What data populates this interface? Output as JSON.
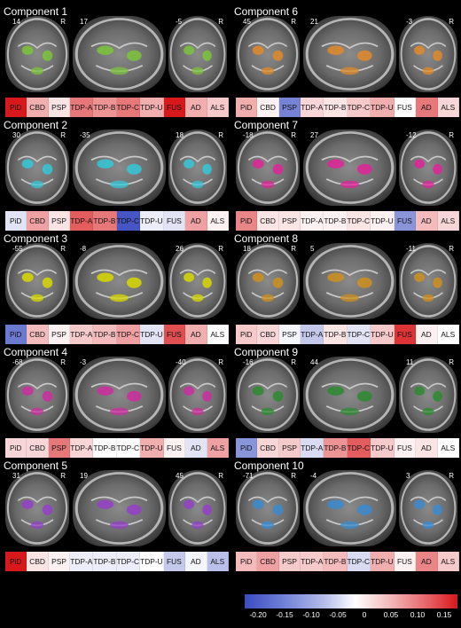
{
  "labels": [
    "PiD",
    "CBD",
    "PSP",
    "TDP-A",
    "TDP-B",
    "TDP-C",
    "TDP-U",
    "FUS",
    "AD",
    "ALS"
  ],
  "components": [
    {
      "title": "Component 1",
      "slices": [
        "14",
        "17",
        "-5"
      ],
      "color": "#7bc43b",
      "values": [
        0.17,
        0.06,
        0.02,
        0.1,
        0.08,
        0.1,
        0.06,
        0.17,
        0.06,
        0.04
      ]
    },
    {
      "title": "Component 6",
      "slices": [
        "45",
        "21",
        "-3"
      ],
      "color": "#e0892a",
      "values": [
        0.06,
        0.01,
        -0.14,
        0.03,
        0.02,
        0.04,
        0.06,
        0.0,
        0.1,
        0.03
      ]
    },
    {
      "title": "Component 2",
      "slices": [
        "30",
        "-35",
        "18"
      ],
      "color": "#35c8d8",
      "values": [
        -0.03,
        0.07,
        0.02,
        0.12,
        0.1,
        -0.19,
        -0.02,
        -0.03,
        0.07,
        0.01
      ]
    },
    {
      "title": "Component 7",
      "slices": [
        "-18",
        "27",
        "-12"
      ],
      "color": "#e0239a",
      "values": [
        0.09,
        0.02,
        0.02,
        0.01,
        0.01,
        0.02,
        0.01,
        -0.12,
        0.05,
        0.03
      ]
    },
    {
      "title": "Component 3",
      "slices": [
        "-55",
        "-8",
        "26"
      ],
      "color": "#d8d800",
      "values": [
        -0.15,
        0.05,
        0.01,
        0.04,
        0.05,
        0.07,
        -0.03,
        0.13,
        0.06,
        0.0
      ]
    },
    {
      "title": "Component 8",
      "slices": [
        "18",
        "5",
        "-11"
      ],
      "color": "#cc8f1f",
      "values": [
        0.04,
        0.03,
        -0.01,
        -0.06,
        0.02,
        -0.03,
        0.04,
        0.15,
        0.01,
        0.0
      ]
    },
    {
      "title": "Component 4",
      "slices": [
        "-68",
        "-3",
        "-40"
      ],
      "color": "#cc2da0",
      "values": [
        0.03,
        0.03,
        0.1,
        0.03,
        0.0,
        0.0,
        0.06,
        0.01,
        -0.03,
        0.07
      ]
    },
    {
      "title": "Component 9",
      "slices": [
        "-16",
        "44",
        "11"
      ],
      "color": "#2e8a30",
      "values": [
        -0.12,
        0.03,
        0.04,
        -0.04,
        0.08,
        0.12,
        0.04,
        0.01,
        0.02,
        0.0
      ]
    },
    {
      "title": "Component 5",
      "slices": [
        "31",
        "19",
        "45"
      ],
      "color": "#9440c8",
      "values": [
        0.17,
        0.02,
        0.01,
        -0.02,
        -0.02,
        -0.02,
        0.0,
        -0.06,
        -0.01,
        -0.07
      ]
    },
    {
      "title": "Component 10",
      "slices": [
        "-71",
        "-4",
        "3"
      ],
      "color": "#3a8bd0",
      "values": [
        0.05,
        0.07,
        0.04,
        0.04,
        0.05,
        -0.04,
        0.06,
        0.01,
        0.09,
        0.04
      ]
    }
  ],
  "r_label": "R",
  "legend": {
    "ticks": [
      "-0.20",
      "-0.15",
      "-0.10",
      "-0.05",
      "0",
      "0.05",
      "0.10",
      "0.15"
    ],
    "range": [
      -0.225,
      0.175
    ],
    "neg_color": "#3b4cc0",
    "pos_color": "#d7191c"
  }
}
